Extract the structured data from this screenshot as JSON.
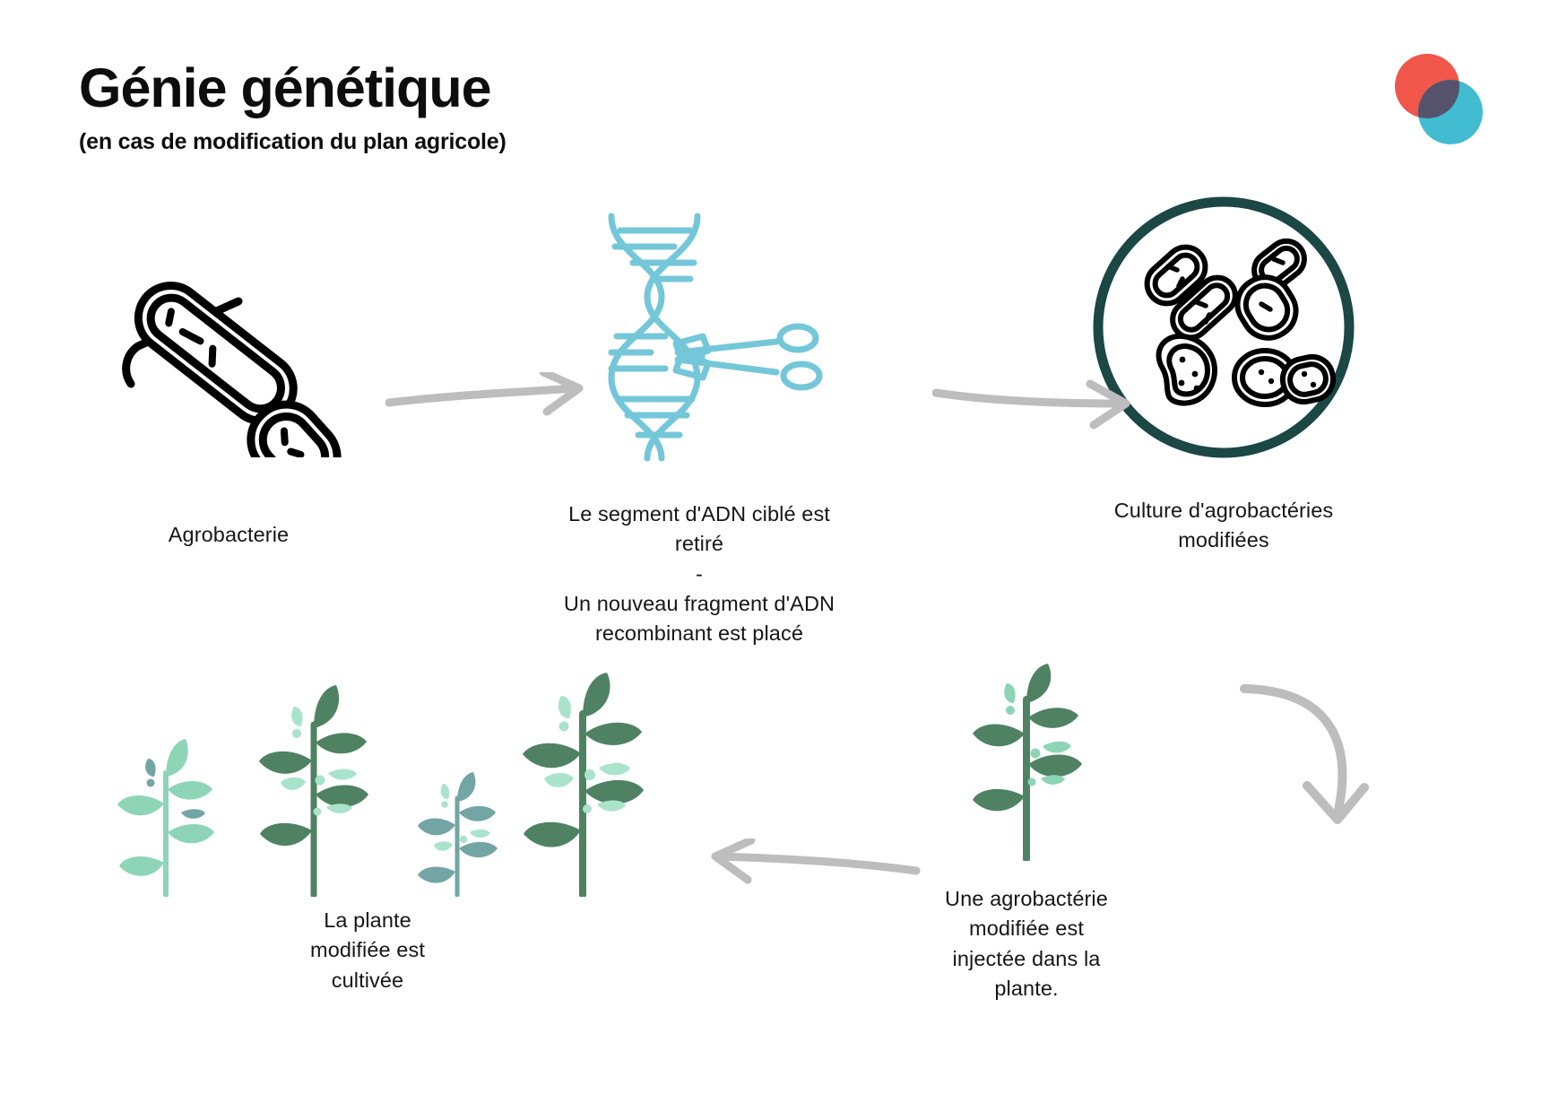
{
  "header": {
    "title": "Génie génétique",
    "subtitle": "(en cas de modification du plan agricole)"
  },
  "logo": {
    "name": "overlapping-circles-logo",
    "colors": {
      "coral": "#f0564a",
      "cyan": "#41bcd0",
      "overlap": "#55536b"
    }
  },
  "palette": {
    "background": "#ffffff",
    "text": "#161616",
    "dna_blue": "#74c7d8",
    "petri_ring": "#1b4745",
    "bacteria_outline": "#000000",
    "arrow_gray": "#bdbdbd",
    "leaf_mint": "#8ed5b8",
    "leaf_forest": "#4f8263",
    "leaf_teal": "#74a5a5",
    "leaf_pale_mint": "#a9e3cb"
  },
  "stages": [
    {
      "id": "agrobacteria",
      "icon": "agrobacteria-icon",
      "caption": "Agrobacterie"
    },
    {
      "id": "dna",
      "icon": "dna-scissors-icon",
      "caption_lines": [
        "Le segment d'ADN ciblé est",
        "retiré",
        "-",
        "Un nouveau fragment d'ADN",
        "recombinant est placé"
      ]
    },
    {
      "id": "culture",
      "icon": "petri-dish-icon",
      "caption_lines": [
        "Culture d'agrobactéries",
        "modifiées"
      ]
    },
    {
      "id": "injected",
      "icon": "plant-single-icon",
      "caption_lines": [
        "Une agrobactérie",
        "modifiée est",
        "injectée dans la",
        "plante."
      ]
    },
    {
      "id": "cultivated",
      "icon": "plant-group-icon",
      "caption_lines": [
        "La plante",
        "modifiée est",
        "cultivée"
      ]
    }
  ],
  "arrows": [
    {
      "name": "arrow-agrobacteria-to-dna",
      "direction": "right"
    },
    {
      "name": "arrow-dna-to-culture",
      "direction": "right"
    },
    {
      "name": "arrow-culture-to-injection",
      "direction": "down-curved"
    },
    {
      "name": "arrow-injection-to-plants",
      "direction": "left"
    }
  ]
}
